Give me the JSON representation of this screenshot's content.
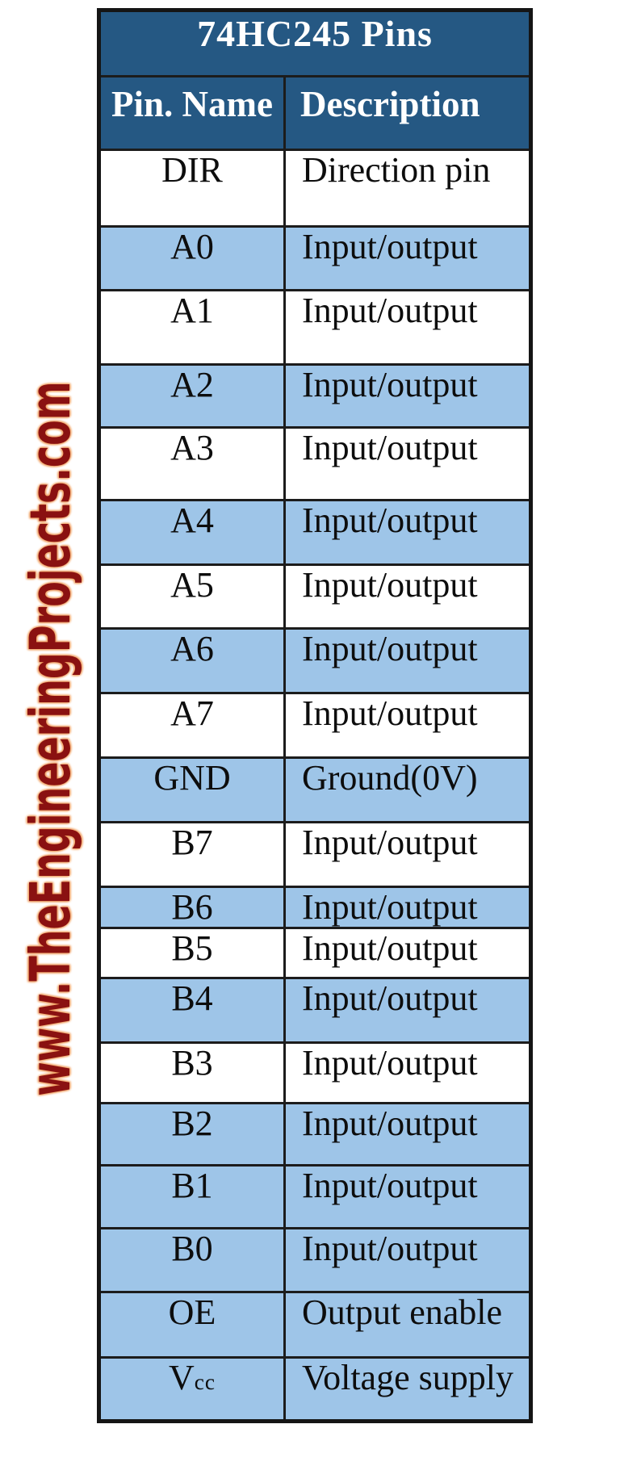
{
  "watermark": {
    "text": "www.TheEngineeringProjects.com"
  },
  "table": {
    "title": "74HC245 Pins",
    "columns": {
      "pin": "Pin. Name",
      "description": "Description"
    },
    "rows": [
      {
        "pin": "DIR",
        "description": "Direction pin",
        "shaded": false
      },
      {
        "pin": "A0",
        "description": "Input/output",
        "shaded": true
      },
      {
        "pin": "A1",
        "description": "Input/output",
        "shaded": false
      },
      {
        "pin": "A2",
        "description": "Input/output",
        "shaded": true
      },
      {
        "pin": "A3",
        "description": "Input/output",
        "shaded": false
      },
      {
        "pin": "A4",
        "description": "Input/output",
        "shaded": true
      },
      {
        "pin": "A5",
        "description": "Input/output",
        "shaded": false
      },
      {
        "pin": "A6",
        "description": "Input/output",
        "shaded": true
      },
      {
        "pin": "A7",
        "description": "Input/output",
        "shaded": false
      },
      {
        "pin": "GND",
        "description": "Ground(0V)",
        "shaded": true
      },
      {
        "pin": "B7",
        "description": "Input/output",
        "shaded": false
      },
      {
        "pin": "B6",
        "description": "Input/output",
        "shaded": true
      },
      {
        "pin": "B5",
        "description": "Input/output",
        "shaded": false
      },
      {
        "pin": "B4",
        "description": "Input/output",
        "shaded": true
      },
      {
        "pin": "B3",
        "description": "Input/output",
        "shaded": false
      },
      {
        "pin": "B2",
        "description": "Input/output",
        "shaded": true
      },
      {
        "pin": "B1",
        "description": "Input/output",
        "shaded": true
      },
      {
        "pin": "B0",
        "description": "Input/output",
        "shaded": true
      },
      {
        "pin": "OE",
        "description": "Output enable",
        "shaded": true
      },
      {
        "pin": "Vcc",
        "pin_base": "V",
        "pin_sub": "cc",
        "description": "Voltage supply",
        "shaded": true
      }
    ]
  },
  "colors": {
    "header_bg": "#255883",
    "shaded_row_bg": "#9ec5e8",
    "border": "#1c1c1c",
    "header_text": "#ffffff",
    "body_text": "#0d0d0d",
    "watermark": "#8a1111"
  }
}
